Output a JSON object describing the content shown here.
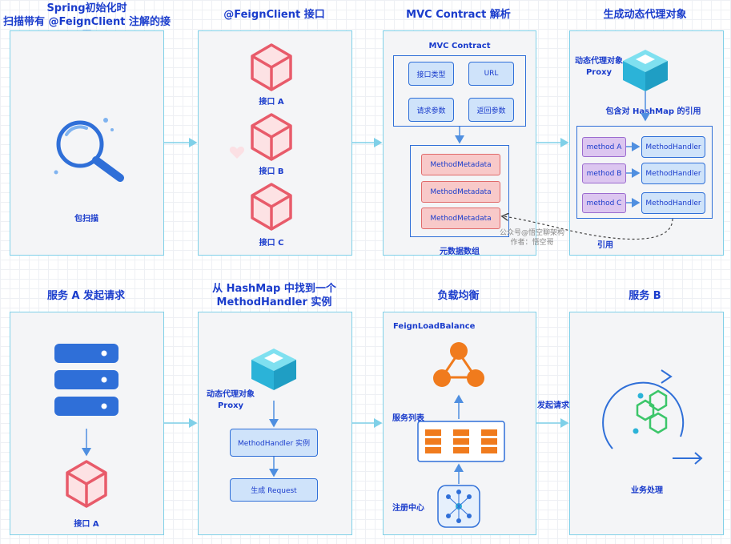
{
  "titles": {
    "scan": "Spring初始化时\n扫描带有 @FeignClient 注解的接口",
    "interface": "@FeignClient 接口",
    "contract": "MVC Contract 解析",
    "proxy": "生成动态代理对象",
    "service_a": "服务 A 发起请求",
    "find": "从 HashMap 中找到一个\nMethodHandler 实例",
    "lb": "负载均衡",
    "service_b": "服务 B"
  },
  "scan_panel": {
    "label": "包扫描"
  },
  "interface_panel": {
    "items": [
      "接口 A",
      "接口 B",
      "接口 C"
    ]
  },
  "contract_panel": {
    "header": "MVC Contract",
    "boxes": [
      "接口类型",
      "URL",
      "请求参数",
      "返回参数"
    ],
    "metadata": [
      "MethodMetadata",
      "MethodMetadata",
      "MethodMetadata"
    ],
    "footer": "元数据数组"
  },
  "proxy_panel": {
    "proxy_label": "动态代理对象\nProxy",
    "hashmap_label": "包含对  HashMap 的引用",
    "methods": [
      "method A",
      "method B",
      "method C"
    ],
    "handlers": [
      "MethodHandler",
      "MethodHandler",
      "MethodHandler"
    ],
    "ref_label": "引用"
  },
  "service_a_panel": {
    "label": "接口 A"
  },
  "find_panel": {
    "proxy_label": "动态代理对象\nProxy",
    "handler_box": "MethodHandler 实例",
    "request_box": "生成 Request"
  },
  "lb_panel": {
    "header": "FeignLoadBalance",
    "service_list": "服务列表",
    "registry": "注册中心"
  },
  "service_b_panel": {
    "label": "业务处理"
  },
  "arrow_labels": {
    "send_request": "发起请求"
  },
  "watermark": "公众号@悟空聊架构\n作者：悟空哥",
  "colors": {
    "title": "#1a3ccc",
    "panel_border": "#7fd0e8",
    "box_blue": "#2f6fd8",
    "cube_red": "#e85b6a",
    "cyan": "#2bb3d8",
    "orange": "#f07b1d"
  }
}
